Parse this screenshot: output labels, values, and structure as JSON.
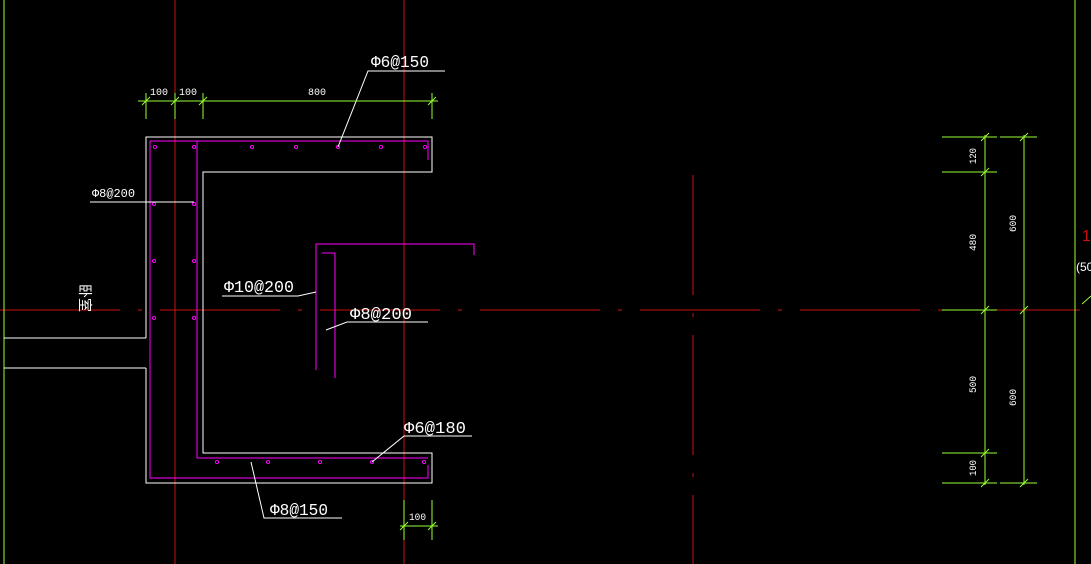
{
  "labels": {
    "top_rebar": "Φ6@150",
    "left_rebar": "Φ8@200",
    "center_rebar_1": "Φ10@200",
    "center_rebar_2": "Φ8@200",
    "bottom_rebar_inner": "Φ6@180",
    "bottom_rebar_outer": "Φ8@150",
    "room": "卧室"
  },
  "dimensions": {
    "top_1": "100",
    "top_2": "100",
    "top_3": "800",
    "bottom": "100",
    "right_inner_1": "120",
    "right_inner_2": "480",
    "right_inner_3": "500",
    "right_inner_4": "100",
    "right_outer_1": "600",
    "right_outer_2": "600"
  },
  "edge_fragments": {
    "top": "1",
    "bottom": "(50"
  },
  "colors": {
    "background": "#000000",
    "outline": "#ffffff",
    "rebar": "#ff00ff",
    "dimension": "#99ff33",
    "axis": "#cc1111",
    "text": "#ffffff"
  }
}
